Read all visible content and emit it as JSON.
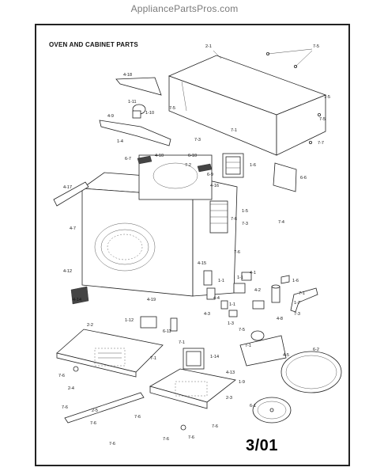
{
  "header": {
    "site_name": "AppliancePartsPros.com"
  },
  "diagram": {
    "title": "OVEN AND CABINET PARTS",
    "revision": "3/01",
    "callouts": [
      "2-1",
      "7-5",
      "7-5",
      "7-5",
      "7-7",
      "4-18",
      "1-11",
      "1-10",
      "7-5",
      "4-9",
      "7-3",
      "1-4",
      "6-7",
      "4-10",
      "6-10",
      "7-2",
      "7-1",
      "1-6",
      "6-9",
      "6-6",
      "4-17",
      "4-16",
      "4-7",
      "1-5",
      "7-6",
      "7-3",
      "7-4",
      "7-6",
      "4-12",
      "4-15",
      "4-1",
      "1-1",
      "1-1",
      "4-2",
      "1-6",
      "7-1",
      "1-7",
      "4-14",
      "4-19",
      "4-4",
      "1-1",
      "4-3",
      "1-3",
      "4-8",
      "7-3",
      "1-12",
      "6-11",
      "7-5",
      "7-1",
      "7-1",
      "4-5",
      "6-2",
      "2-2",
      "7-1",
      "1-14",
      "4-13",
      "7-6",
      "2-4",
      "1-9",
      "7-6",
      "2-5",
      "2-3",
      "6-1",
      "7-6",
      "7-6",
      "7-6",
      "7-6",
      "7-6",
      "7-6"
    ]
  }
}
